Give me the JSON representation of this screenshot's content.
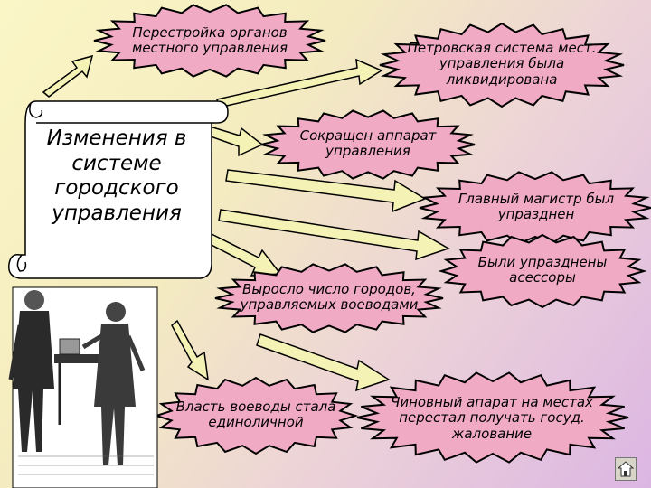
{
  "topic": {
    "title": "Изменения в системе городского управления"
  },
  "nodes": [
    {
      "id": "n1",
      "text": "Перестройка органов местного управления"
    },
    {
      "id": "n2",
      "text": "Петровская система мест. управления была ликвидирована"
    },
    {
      "id": "n3",
      "text": "Сокращен аппарат управления"
    },
    {
      "id": "n4",
      "text": "Главный магистр был упразднен"
    },
    {
      "id": "n5",
      "text": "Были упразднены асессоры"
    },
    {
      "id": "n6",
      "text": "Выросло число городов, управляемых воеводами"
    },
    {
      "id": "n7",
      "text": "Власть воеводы стала единоличной"
    },
    {
      "id": "n8",
      "text": "Чиновный апарат на местах перестал получать госуд. жалование"
    }
  ],
  "colors": {
    "burst_fill": "#f0aac3",
    "arrow_fill": "#f5f2b5",
    "scroll_fill": "#ffffff",
    "outline": "#000000"
  },
  "icons": {
    "nav": "home-icon"
  }
}
